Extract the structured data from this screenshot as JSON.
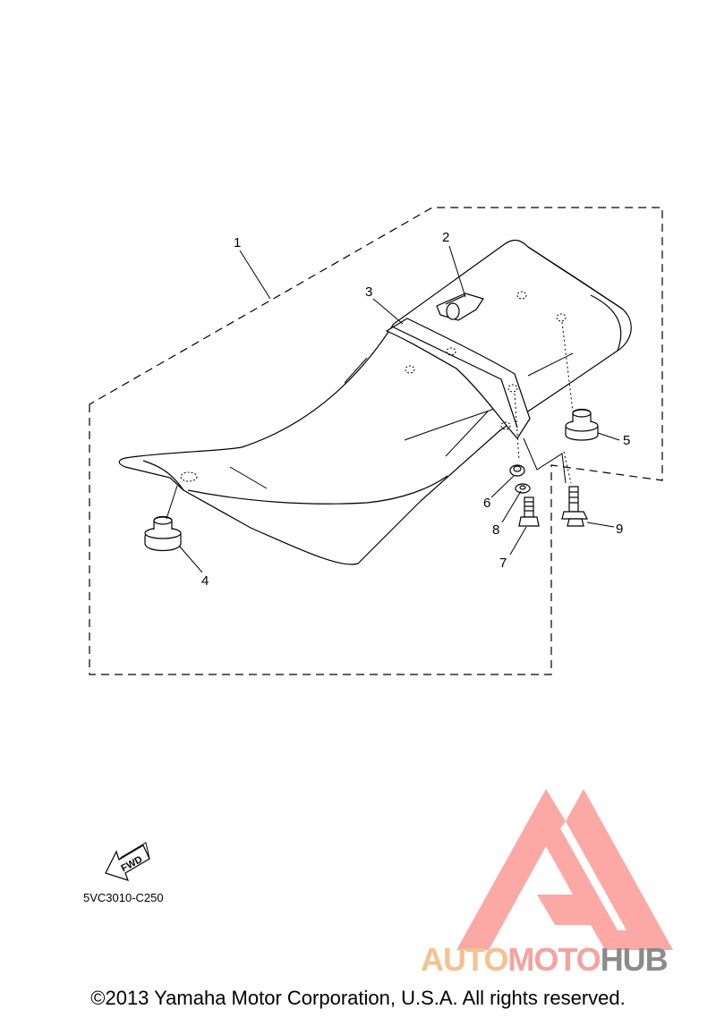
{
  "callouts": [
    "1",
    "2",
    "3",
    "4",
    "5",
    "6",
    "7",
    "8",
    "9"
  ],
  "fwd_label": "FWD",
  "diagram_code": "5VC3010-C250",
  "watermark": {
    "auto": "AUTO",
    "moto": "MOTO",
    "hub": "HUB"
  },
  "copyright": "©2013 Yamaha Motor Corporation, U.S.A. All rights reserved.",
  "colors": {
    "watermark_triangle": "#fca3a0",
    "watermark_auto": "#f6c18e",
    "watermark_moto": "#f5a39e",
    "watermark_hub": "#8b8b8b"
  }
}
